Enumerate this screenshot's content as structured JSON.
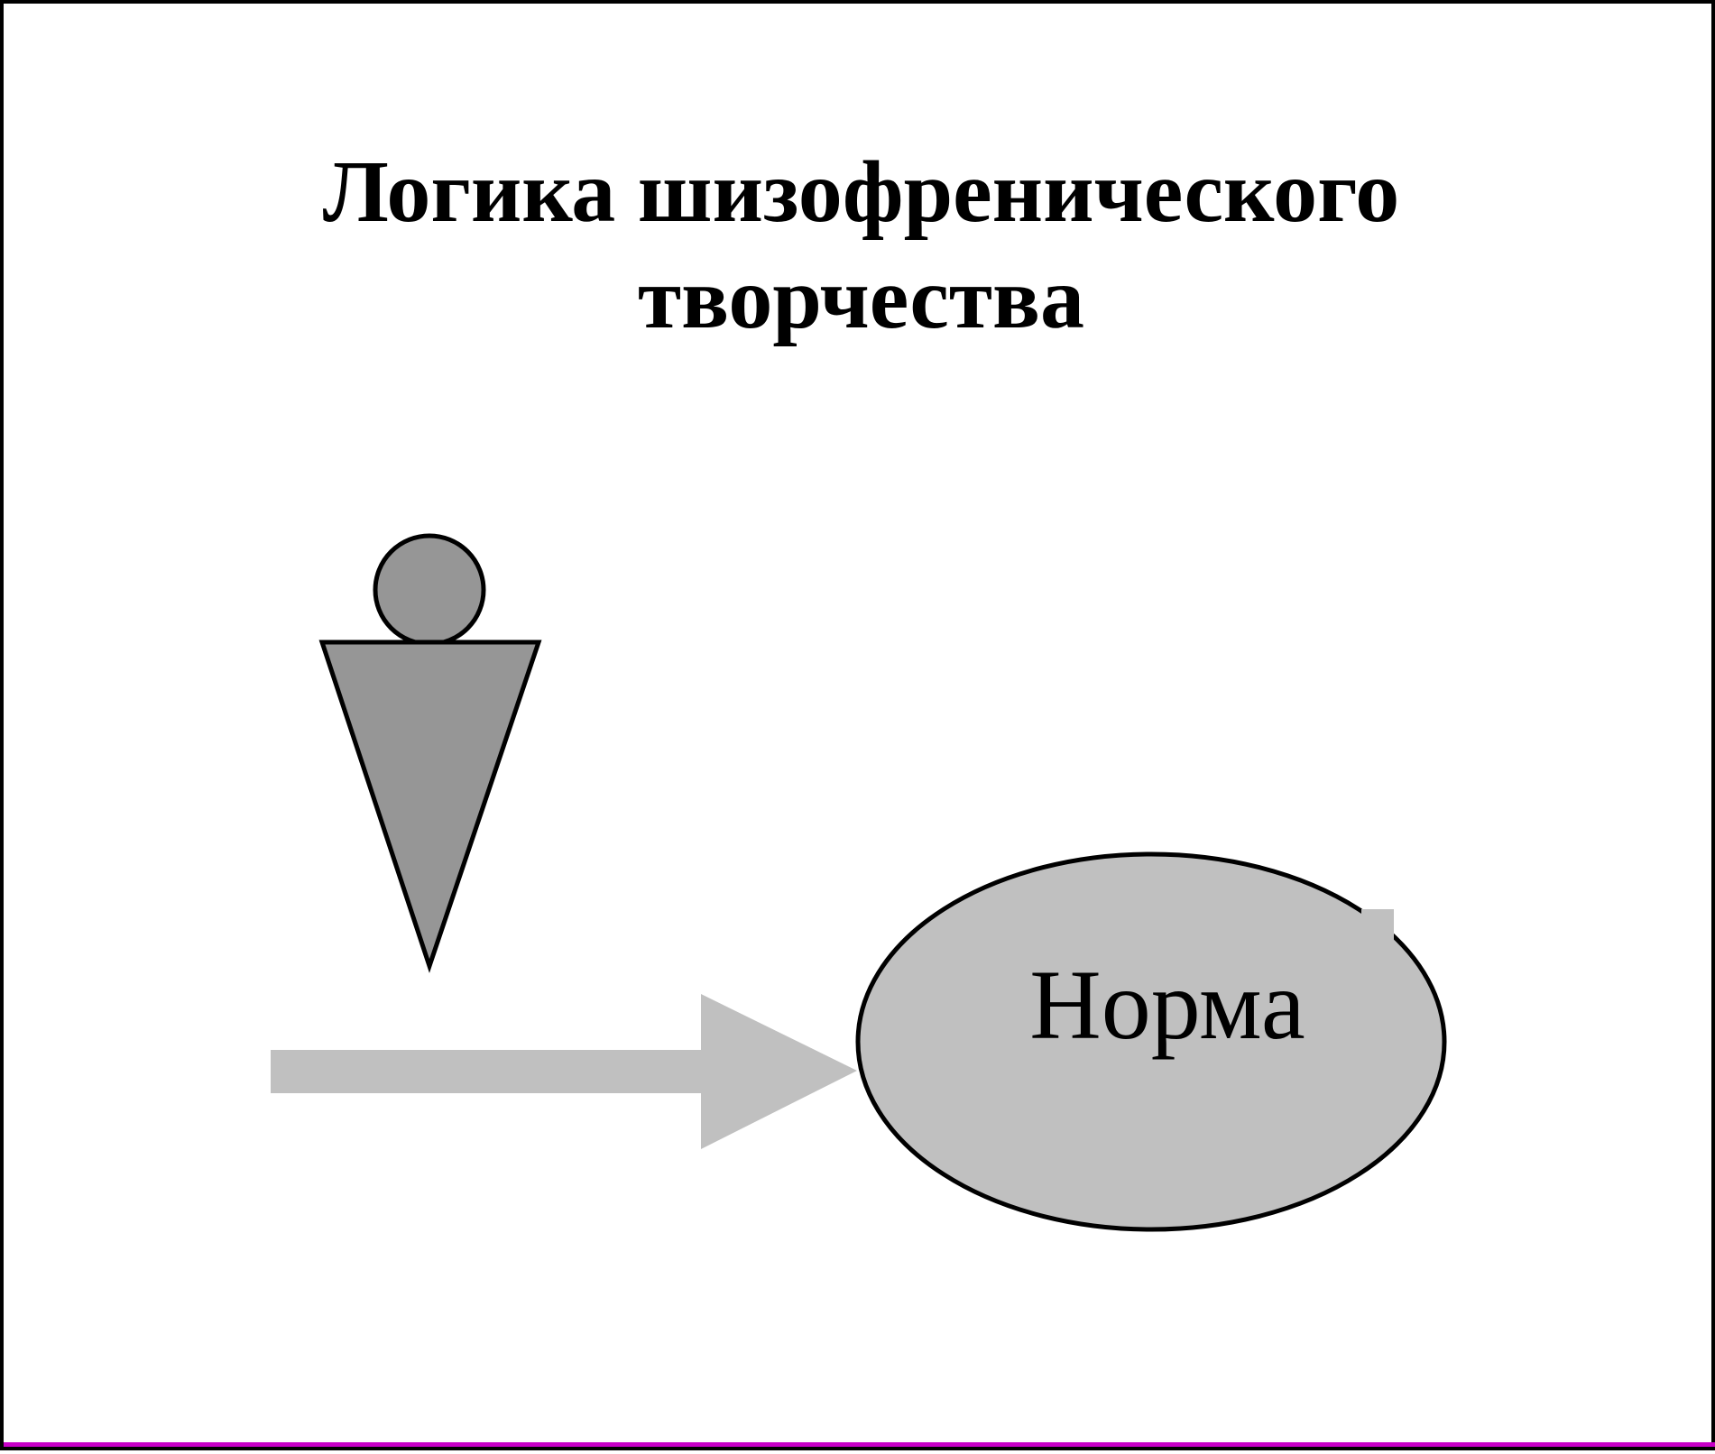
{
  "title": {
    "line1": "Логика шизофренического",
    "line2": "творчества"
  },
  "diagram": {
    "node_label": "Норма",
    "figure_icon": "person-figure-icon",
    "arrow_icon": "arrow-right-icon"
  },
  "colors": {
    "figure_fill": "#969696",
    "ellipse_fill": "#c0c0c0",
    "arrow_fill": "#c0c0c0",
    "stroke": "#000000",
    "accent": "#c800c8"
  }
}
